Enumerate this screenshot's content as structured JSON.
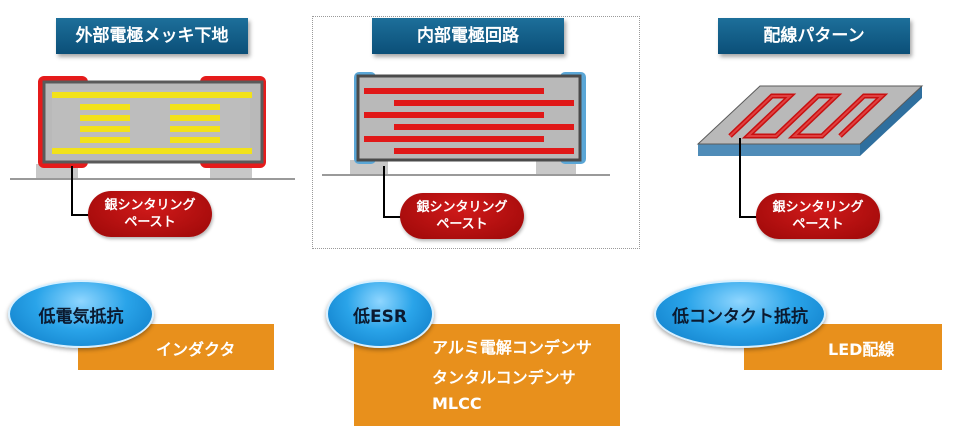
{
  "colors": {
    "title_bg": "#0b4f78",
    "pill_red": "#b30f0f",
    "orange": "#e8901c",
    "oval_blue": "#2aa4e9",
    "electrode_red": "#e01818",
    "yellow": "#f2e21a"
  },
  "panels": [
    {
      "title": "外部電極メッキ下地",
      "pill_line1": "銀シンタリング",
      "pill_line2": "ペースト",
      "oval": "低電気抵抗",
      "apps": [
        "インダクタ"
      ]
    },
    {
      "title": "内部電極回路",
      "pill_line1": "銀シンタリング",
      "pill_line2": "ペースト",
      "oval": "低ESR",
      "apps": [
        "アルミ電解コンデンサ",
        "タンタルコンデンサ",
        "MLCC"
      ]
    },
    {
      "title": "配線パターン",
      "pill_line1": "銀シンタリング",
      "pill_line2": "ペースト",
      "oval": "低コンタクト抵抗",
      "apps": [
        "LED配線"
      ]
    }
  ]
}
